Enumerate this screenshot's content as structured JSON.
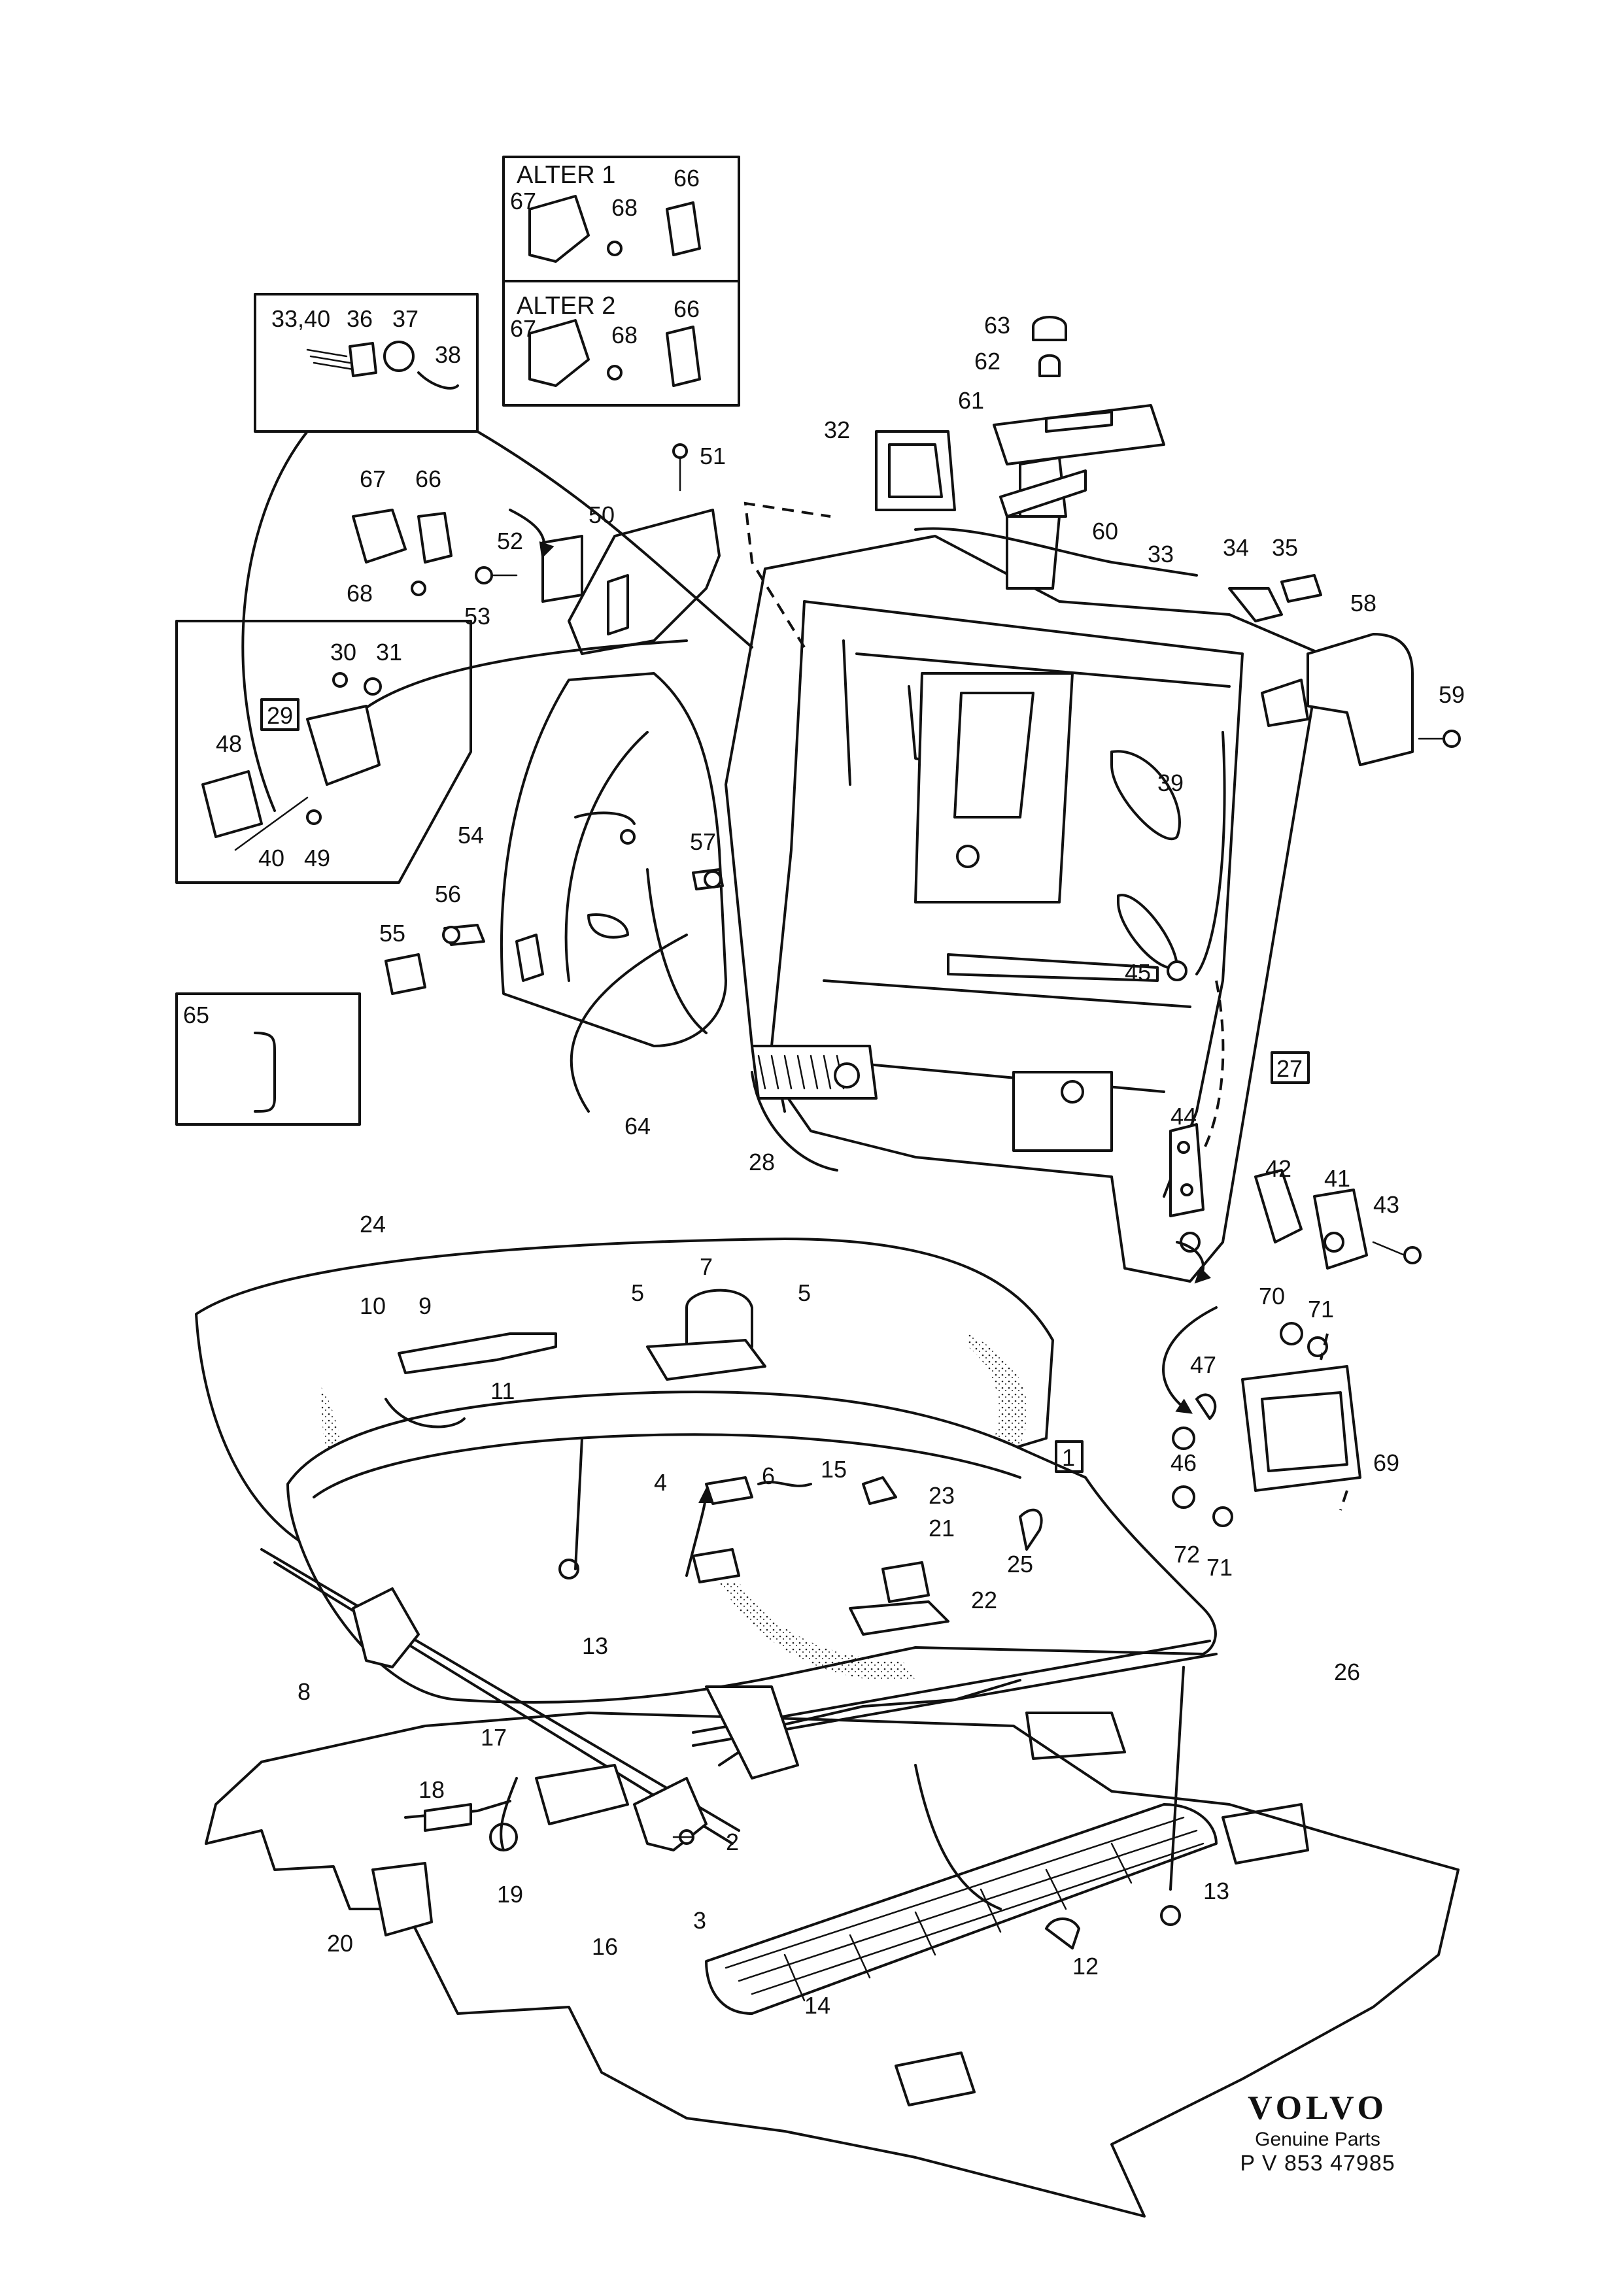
{
  "brand": {
    "logo": "VOLVO",
    "tagline": "Genuine Parts",
    "code": "P V 853 47985"
  },
  "inset_boxes": {
    "alter1_label": "ALTER 1",
    "alter2_label": "ALTER 2"
  },
  "callouts": {
    "c1": "1",
    "c2": "2",
    "c3": "3",
    "c4": "4",
    "c5a": "5",
    "c5b": "5",
    "c6": "6",
    "c7": "7",
    "c8": "8",
    "c9": "9",
    "c10": "10",
    "c11": "11",
    "c12": "12",
    "c13a": "13",
    "c13b": "13",
    "c14": "14",
    "c15": "15",
    "c16": "16",
    "c17": "17",
    "c18": "18",
    "c19": "19",
    "c20": "20",
    "c21": "21",
    "c22": "22",
    "c23": "23",
    "c24": "24",
    "c25": "25",
    "c26": "26",
    "c27": "27",
    "c28": "28",
    "c29": "29",
    "c30": "30",
    "c31": "31",
    "c32": "32",
    "c33": "33",
    "c3340": "33,40",
    "c34": "34",
    "c35": "35",
    "c36": "36",
    "c37": "37",
    "c38": "38",
    "c39": "39",
    "c40": "40",
    "c41": "41",
    "c42": "42",
    "c43": "43",
    "c44": "44",
    "c45": "45",
    "c46": "46",
    "c47": "47",
    "c48": "48",
    "c49": "49",
    "c50": "50",
    "c51": "51",
    "c52": "52",
    "c53": "53",
    "c54": "54",
    "c55": "55",
    "c56": "56",
    "c57": "57",
    "c58": "58",
    "c59": "59",
    "c60": "60",
    "c61": "61",
    "c62": "62",
    "c63": "63",
    "c64": "64",
    "c65": "65",
    "c66a": "66",
    "c66b": "66",
    "c66c": "66",
    "c67a": "67",
    "c67b": "67",
    "c67c": "67",
    "c68a": "68",
    "c68b": "68",
    "c68c": "68",
    "c69": "69",
    "c70": "70",
    "c71a": "71",
    "c71b": "71",
    "c72": "72"
  }
}
